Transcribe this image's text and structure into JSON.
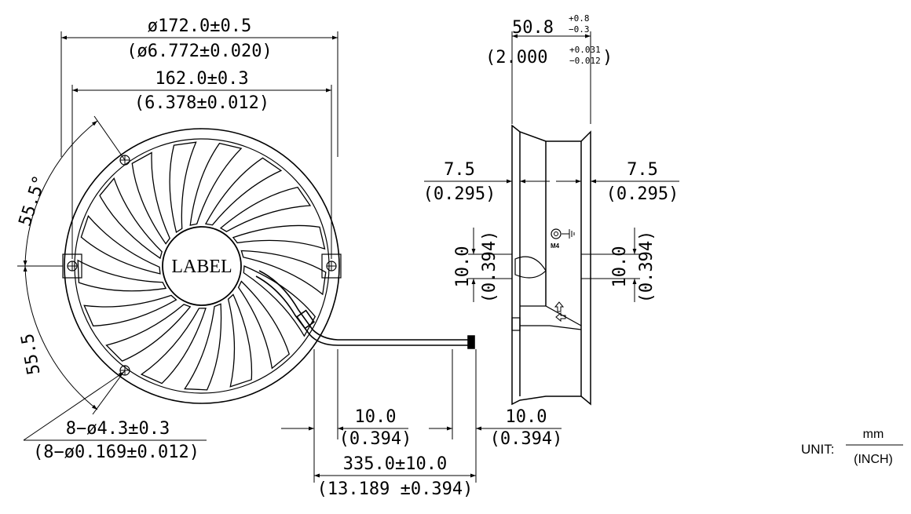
{
  "front": {
    "outer_dia": "ø172.0±0.5",
    "outer_dia_in": "(ø6.772±0.020)",
    "hole_span": "162.0±0.3",
    "hole_span_in": "(6.378±0.012)",
    "angle_top": "55.5°",
    "angle_bottom": "55.5",
    "holes": "8−ø4.3±0.3",
    "holes_in": "(8−ø0.169±0.012)",
    "label": "LABEL",
    "lead_strip_1": "10.0",
    "lead_strip_1_in": "(0.394)",
    "lead_strip_2": "10.0",
    "lead_strip_2_in": "(0.394)",
    "lead_length": "335.0±10.0",
    "lead_length_in": "(13.189 ±0.394)"
  },
  "side": {
    "depth": "50.8",
    "depth_tol_plus": "+0.8",
    "depth_tol_minus": "−0.3",
    "depth_in": "(2.000",
    "depth_in_close": ")",
    "depth_in_tol_plus": "+0.031",
    "depth_in_tol_minus": "−0.012",
    "flange_left": "7.5",
    "flange_left_in": "(0.295)",
    "flange_right": "7.5",
    "flange_right_in": "(0.295)",
    "boss_left": "10.0",
    "boss_left_in": "(0.394)",
    "boss_right": "10.0",
    "boss_right_in": "(0.394)",
    "ground": "M4"
  },
  "unit": {
    "prefix": "UNIT:",
    "numerator": "mm",
    "denominator": "(INCH)"
  }
}
